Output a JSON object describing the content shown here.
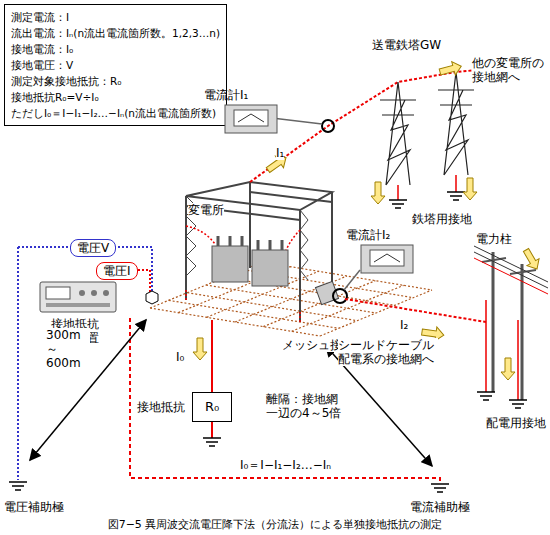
{
  "diagram": {
    "caption": "図7−5 異周波交流電圧降下法（分流法）による単独接地抵抗の測定",
    "nodes": [
      {
        "text": [
          "測定電流：I",
          "流出電流：Iₙ(n流出電流箇所数。1,2,3…n)",
          "接地電流：I₀",
          "接地電圧：V",
          "測定対象接地抵抗：R₀",
          "接地抵抗R₀=V÷I₀",
          "ただしI₀＝I−I₁−I₂…−Iₙ(n流出電流箇所数)"
        ]
      },
      {
        "text": [
          "電圧V"
        ]
      },
      {
        "text": [
          "電圧I"
        ]
      },
      {
        "text": [
          "接地抵抗測定装置"
        ]
      },
      {
        "text": [
          "電流計I₁"
        ]
      },
      {
        "text": [
          "電流計I₂"
        ]
      },
      {
        "text": [
          "接地抵抗",
          "R₀"
        ]
      }
    ],
    "labels": [
      "送電鉄塔GW",
      "他の変電所の 接地網へ",
      "I₁",
      "鉄塔用接地",
      "変電所",
      "電力柱",
      "メッシュ接地",
      "I₂",
      "シールドケーブル 配電系の接地網へ",
      "配電用接地",
      "I₀",
      "離隔：接地網 一辺の4～5倍",
      "300m～ 600m",
      "電圧補助極",
      "電流補助極",
      "I₀＝I−I₁−I₂…−Iₙ"
    ]
  }
}
